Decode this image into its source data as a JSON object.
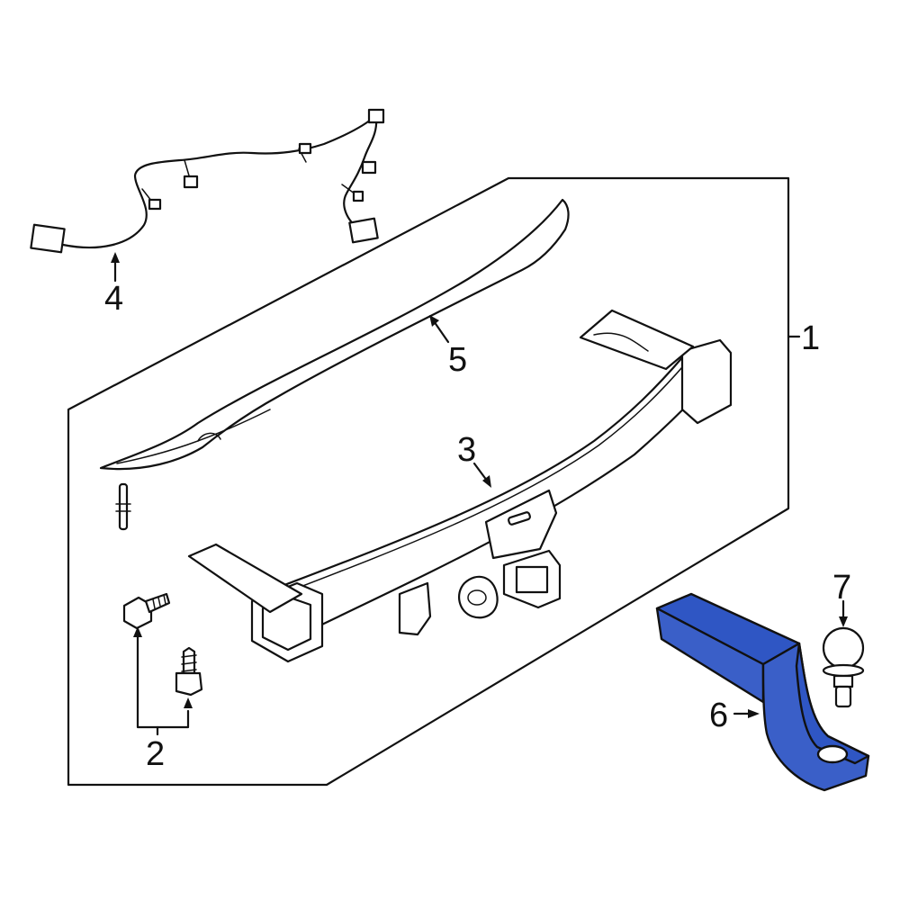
{
  "callouts": {
    "c1": "1",
    "c2": "2",
    "c3": "3",
    "c4": "4",
    "c5": "5",
    "c6": "6",
    "c7": "7"
  },
  "colors": {
    "line": "#111111",
    "highlight": "#3a5fc8",
    "background": "#ffffff"
  }
}
